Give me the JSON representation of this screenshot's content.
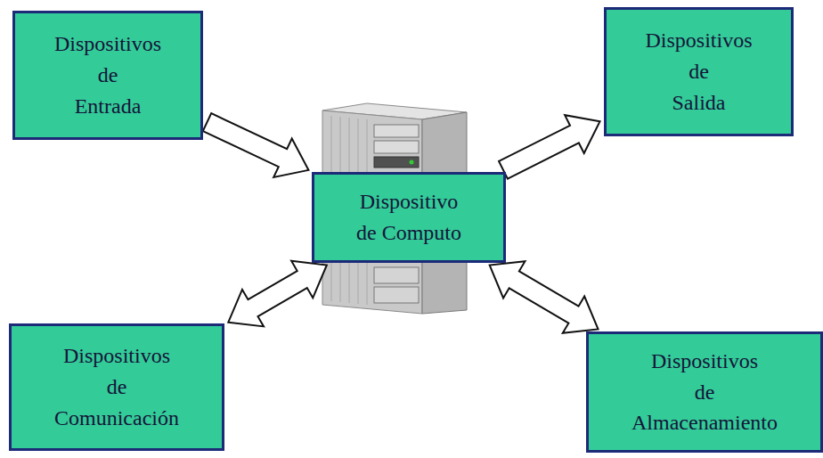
{
  "diagram": {
    "nodes": [
      {
        "text": [
          "Dispositivos de Entrada"
        ]
      },
      {
        "text": [
          "Dispositivos de Salida"
        ]
      },
      {
        "text": [
          "Dispositivo de Computo"
        ]
      },
      {
        "text": [
          "Dispositivos de Comunicación"
        ]
      },
      {
        "text": [
          "Dispositivos de Almacenamiento"
        ]
      }
    ],
    "edges": [
      {
        "from": 0,
        "to": 2,
        "arrow": "to"
      },
      {
        "from": 2,
        "to": 1,
        "arrow": "to"
      },
      {
        "from": 3,
        "to": 2,
        "arrow": "both"
      },
      {
        "from": 4,
        "to": 2,
        "arrow": "both"
      }
    ]
  }
}
